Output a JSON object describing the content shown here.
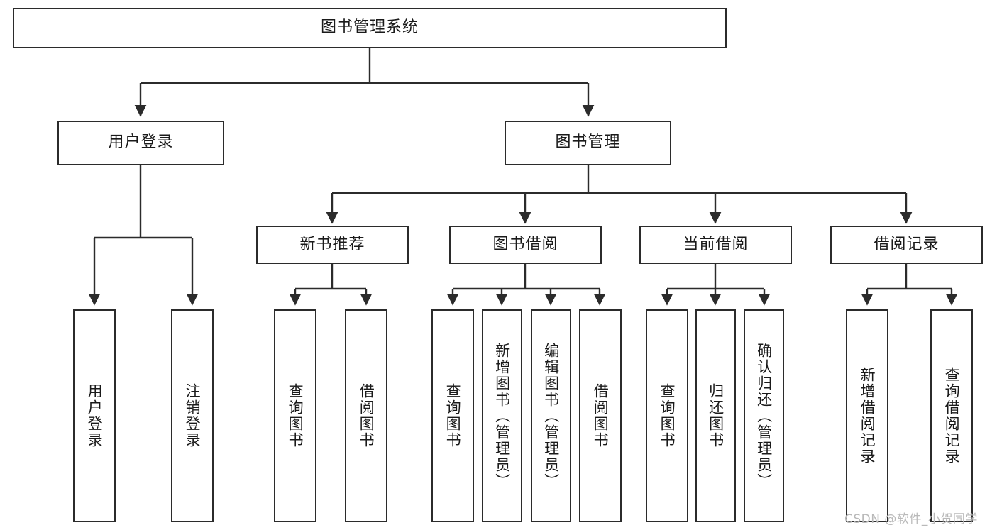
{
  "diagram": {
    "title": "图书管理系统",
    "type": "tree-hierarchy-diagram",
    "background_color": "#ffffff",
    "stroke_color": "#2b2b2b",
    "text_color": "#1a1a1a"
  },
  "nodes": {
    "root": {
      "label": "图书管理系统",
      "level": 0
    },
    "level1": [
      {
        "id": "user-login",
        "label": "用户登录"
      },
      {
        "id": "book-manage",
        "label": "图书管理"
      }
    ],
    "level2": [
      {
        "id": "new-book-recommend",
        "label": "新书推荐"
      },
      {
        "id": "book-borrow",
        "label": "图书借阅"
      },
      {
        "id": "current-borrow",
        "label": "当前借阅"
      },
      {
        "id": "borrow-record",
        "label": "借阅记录"
      }
    ],
    "leaves": {
      "user-login": [
        {
          "id": "leaf-user-login",
          "label": "用户登录"
        },
        {
          "id": "leaf-logout-login",
          "label": "注销登录"
        }
      ],
      "new-book-recommend": [
        {
          "id": "leaf-query-book-1",
          "label": "查询图书"
        },
        {
          "id": "leaf-borrow-book-1",
          "label": "借阅图书"
        }
      ],
      "book-borrow": [
        {
          "id": "leaf-query-book-2",
          "label": "查询图书"
        },
        {
          "id": "leaf-add-book",
          "label": "新增图书（管理员）"
        },
        {
          "id": "leaf-edit-book",
          "label": "编辑图书（管理员）"
        },
        {
          "id": "leaf-borrow-book-2",
          "label": "借阅图书"
        }
      ],
      "current-borrow": [
        {
          "id": "leaf-query-book-3",
          "label": "查询图书"
        },
        {
          "id": "leaf-return-book",
          "label": "归还图书"
        },
        {
          "id": "leaf-confirm-return",
          "label": "确认归还（管理员）"
        }
      ],
      "borrow-record": [
        {
          "id": "leaf-add-borrow-record",
          "label": "新增借阅记录"
        },
        {
          "id": "leaf-query-borrow-record",
          "label": "查询借阅记录"
        }
      ]
    }
  },
  "watermark": {
    "text": "CSDN @软件_小贺同学",
    "color": "#b9b9b9"
  }
}
